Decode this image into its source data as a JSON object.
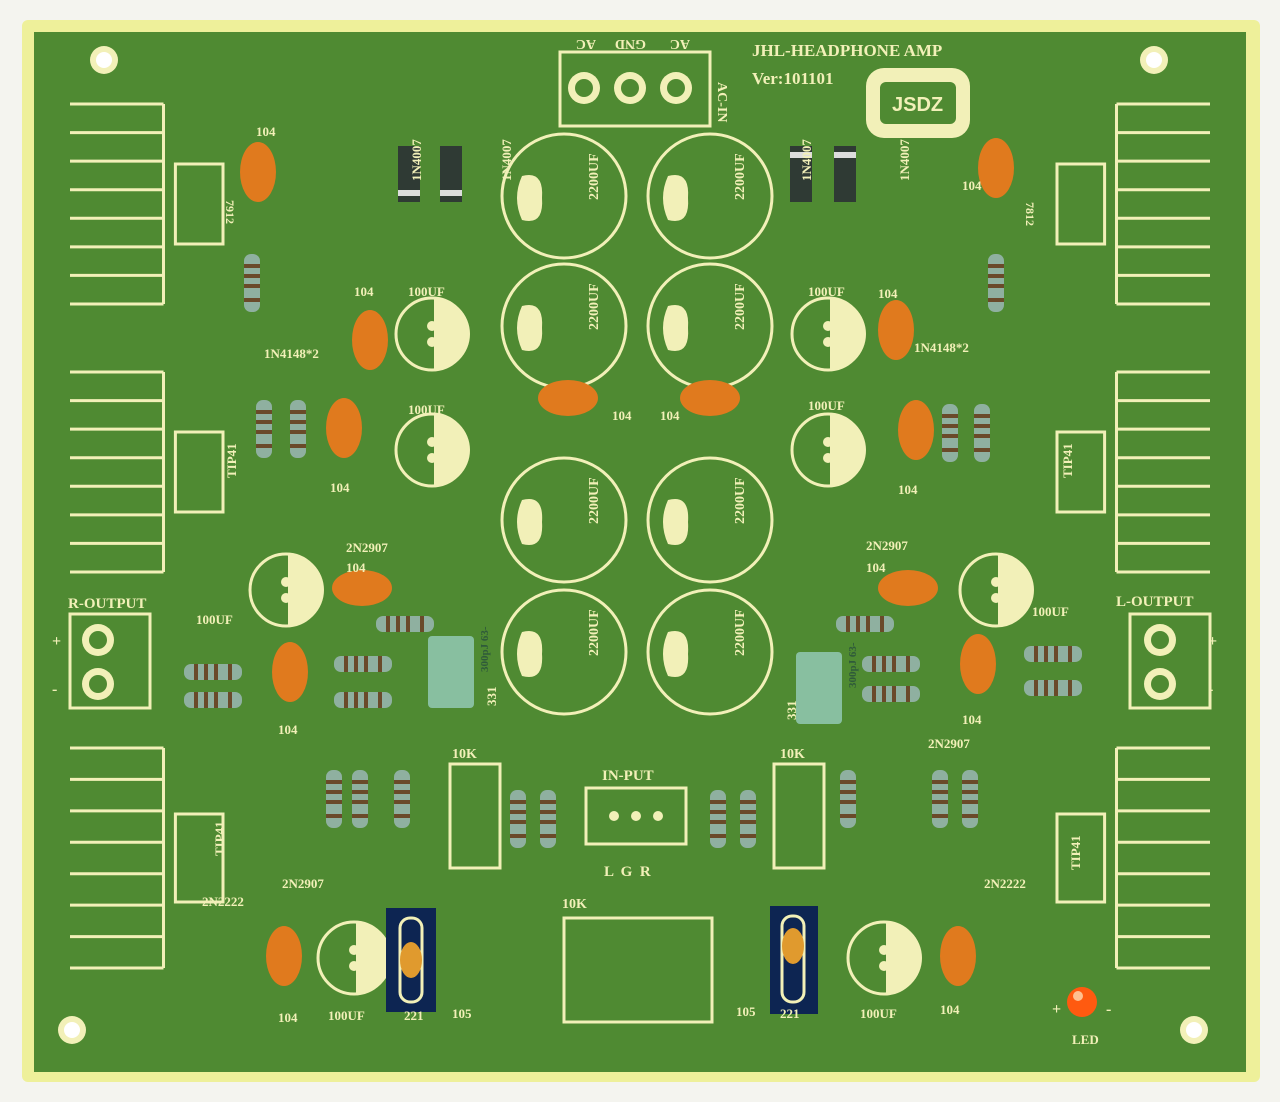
{
  "board": {
    "title": "JHL-HEADPHONE AMP",
    "version": "Ver:101101",
    "brand": "JSDZ",
    "colors": {
      "edge": "#eef09a",
      "pcb": "#4f8a32",
      "silk": "#f2f0b8",
      "cap_orange": "#e07a1e",
      "film_cap": "#88bfa0",
      "led": "#ff5a10",
      "jumper_pad": "#0d2552"
    }
  },
  "labels": {
    "ac1": "AC",
    "gnd": "GND",
    "ac2": "AC",
    "ac_in": "AC-IN",
    "r_output": "R-OUTPUT",
    "l_output": "L-OUTPUT",
    "in_put": "IN-PUT",
    "lgr": "L  G  R",
    "led": "LED",
    "plus": "+",
    "minus": "-",
    "diode_l1": "1N4007",
    "diode_l2": "1N4007",
    "diode_r1": "1N4007",
    "diode_r2": "1N4007",
    "reg_l": "7912",
    "reg_r": "7812",
    "sig_diode_l": "1N4148*2",
    "sig_diode_r": "1N4148*2",
    "tip_ul": "TIP41",
    "tip_ur": "TIP41",
    "tip_ll": "TIP41",
    "tip_lr": "TIP41",
    "pnp_ul": "2N2907",
    "pnp_ur": "2N2907",
    "pnp_ll": "2N2907",
    "pnp_lr": "2N2907",
    "npn_ll": "2N2222",
    "npn_lr": "2N2222",
    "pot_l": "10K",
    "pot_r": "10K",
    "pot_c": "10K",
    "cap_100uf": "100UF",
    "cap_2200uf": "2200UF",
    "cap_104": "104",
    "cap_105": "105",
    "cap_221": "221",
    "cap_331": "331",
    "film_l": "300pJ 63-",
    "film_r": "300pJ 63-"
  }
}
